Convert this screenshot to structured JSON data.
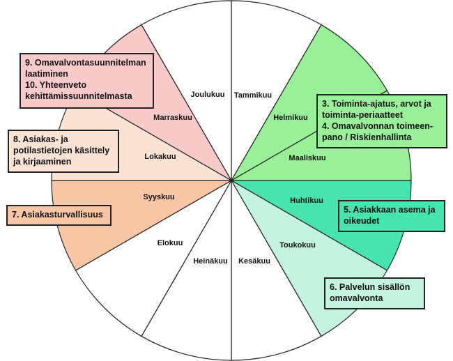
{
  "months": [
    {
      "name": "Tammikuu",
      "color": "#ffffff"
    },
    {
      "name": "Helmikuu",
      "color": "#99f099"
    },
    {
      "name": "Maaliskuu",
      "color": "#99f099"
    },
    {
      "name": "Huhtikuu",
      "color": "#48e3ae"
    },
    {
      "name": "Toukokuu",
      "color": "#c3f4df"
    },
    {
      "name": "Kesäkuu",
      "color": "#ffffff"
    },
    {
      "name": "Heinäkuu",
      "color": "#ffffff"
    },
    {
      "name": "Elokuu",
      "color": "#ffffff"
    },
    {
      "name": "Syyskuu",
      "color": "#f8c6a6"
    },
    {
      "name": "Lokakuu",
      "color": "#fbe3d4"
    },
    {
      "name": "Marraskuu",
      "color": "#f9caca"
    },
    {
      "name": "Joulukuu",
      "color": "#ffffff"
    }
  ],
  "callouts": {
    "c34": {
      "lines": [
        "3. Toiminta-ajatus, arvot ja",
        "toiminta-periaatteet",
        "4. Omavalvonnan toimeen-",
        "pano / Riskienhallinta"
      ],
      "color": "#99f099"
    },
    "c5": {
      "lines": [
        "5. Asiakkaan asema ja",
        "oikeudet"
      ],
      "color": "#48e3ae"
    },
    "c6": {
      "lines": [
        "6. Palvelun sisällön",
        "omavalvonta"
      ],
      "color": "#c3f4df"
    },
    "c7": {
      "lines": [
        "7. Asiakasturvallisuus"
      ],
      "color": "#f8c6a6"
    },
    "c8": {
      "lines": [
        "8. Asiakas- ja",
        "potilastietojen käsittely",
        "ja kirjaaminen"
      ],
      "color": "#fbe3d4"
    },
    "c910": {
      "lines": [
        "9. Omavalvontasuunnitelman",
        "laatiminen",
        "10. Yhteenveto",
        "kehittämissuunnitelmasta"
      ],
      "color": "#f9caca"
    }
  }
}
